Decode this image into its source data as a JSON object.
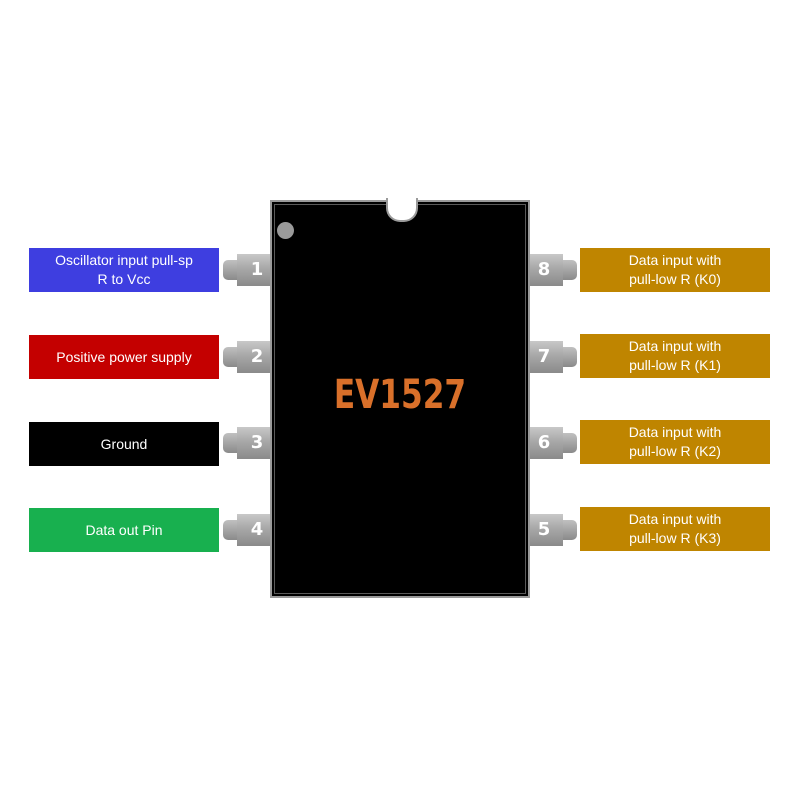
{
  "chip": {
    "name": "EV1527",
    "body_color": "#000000",
    "label_color": "#d9702a"
  },
  "pins": {
    "left": [
      {
        "number": "1",
        "lines": [
          "Oscillator input pull-sp",
          "R to Vcc"
        ],
        "color": "#3e3ee0"
      },
      {
        "number": "2",
        "lines": [
          "Positive power supply"
        ],
        "color": "#c40000"
      },
      {
        "number": "3",
        "lines": [
          "Ground"
        ],
        "color": "#000000"
      },
      {
        "number": "4",
        "lines": [
          "Data out Pin"
        ],
        "color": "#18b04f"
      }
    ],
    "right": [
      {
        "number": "8",
        "lines": [
          "Data input with",
          "pull-low R (K0)"
        ],
        "color": "#bf8500"
      },
      {
        "number": "7",
        "lines": [
          "Data input with",
          "pull-low R (K1)"
        ],
        "color": "#bf8500"
      },
      {
        "number": "6",
        "lines": [
          "Data input with",
          "pull-low R (K2)"
        ],
        "color": "#bf8500"
      },
      {
        "number": "5",
        "lines": [
          "Data input with",
          "pull-low R (K3)"
        ],
        "color": "#bf8500"
      }
    ]
  }
}
